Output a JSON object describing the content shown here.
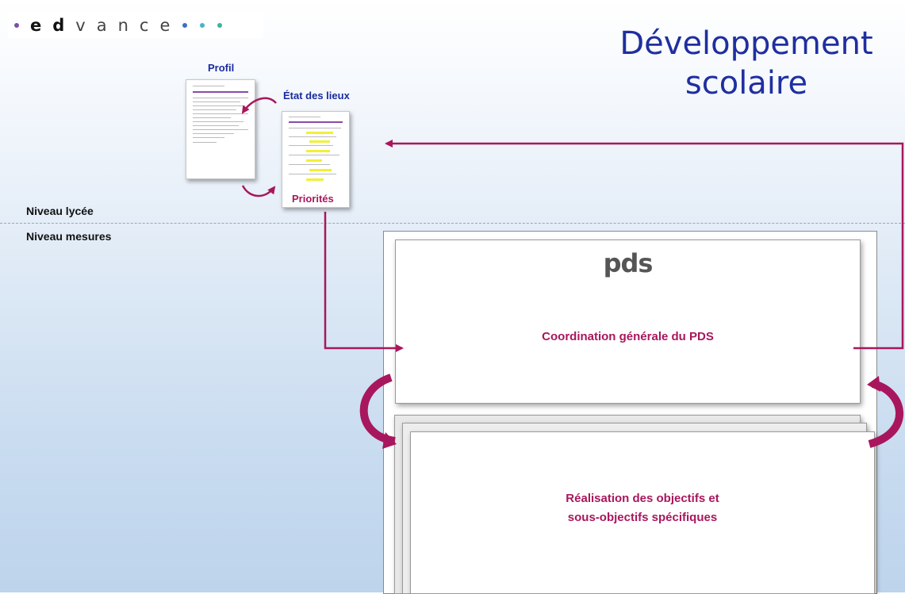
{
  "logo": {
    "letters": [
      "e",
      "d",
      "v",
      "a",
      "n",
      "c",
      "e"
    ]
  },
  "title": {
    "line1": "Développement",
    "line2": "scolaire"
  },
  "documents": {
    "profil": "Profil",
    "etat": "État des lieux",
    "priorites": "Priorités"
  },
  "levels": {
    "lycee": "Niveau lycée",
    "mesures": "Niveau mesures"
  },
  "pds": {
    "logo": "pds",
    "coordination": "Coordination générale du PDS",
    "realisation_line1": "Réalisation des objectifs et",
    "realisation_line2": "sous-objectifs spécifiques"
  },
  "colors": {
    "arrow": "#a8175d",
    "title": "#1f2fa0",
    "label_blue": "#1a2aa0",
    "label_magenta": "#a8175d"
  }
}
